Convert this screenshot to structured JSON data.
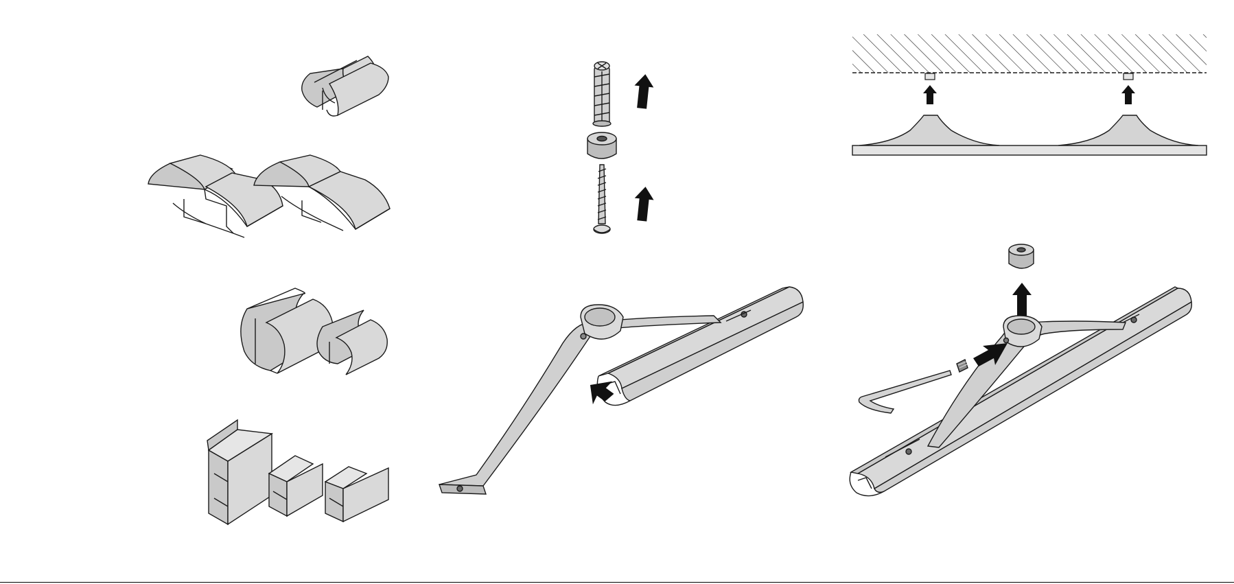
{
  "colors": {
    "paper": "#ffffff",
    "line": "#1a1a1a",
    "fill_light": "#d9d9d9",
    "fill_mid": "#c4c4c4",
    "fill_dark": "#9a9a9a",
    "arrow": "#111111"
  },
  "icons": {
    "rail_profiles": [
      "small-oval-rail-profile",
      "twin-wide-rail-profiles",
      "twin-round-rail-profiles",
      "flat-rail-profiles"
    ],
    "fixings": [
      "wall-plug-icon",
      "spacer-ring-icon",
      "screw-icon",
      "up-arrow-icon"
    ],
    "ceiling_step": [
      "hatched-ceiling",
      "ceiling-fixing-point",
      "rail-with-brackets"
    ],
    "assembly_steps": [
      "bracket-into-rail",
      "spacer-onto-bracket",
      "hex-key-icon",
      "grub-screw-icon"
    ]
  },
  "panels": [
    "rail-profiles-panel",
    "fixings-panel",
    "ceiling-mount-panel",
    "bracket-insert-panel",
    "spacer-fit-panel"
  ]
}
